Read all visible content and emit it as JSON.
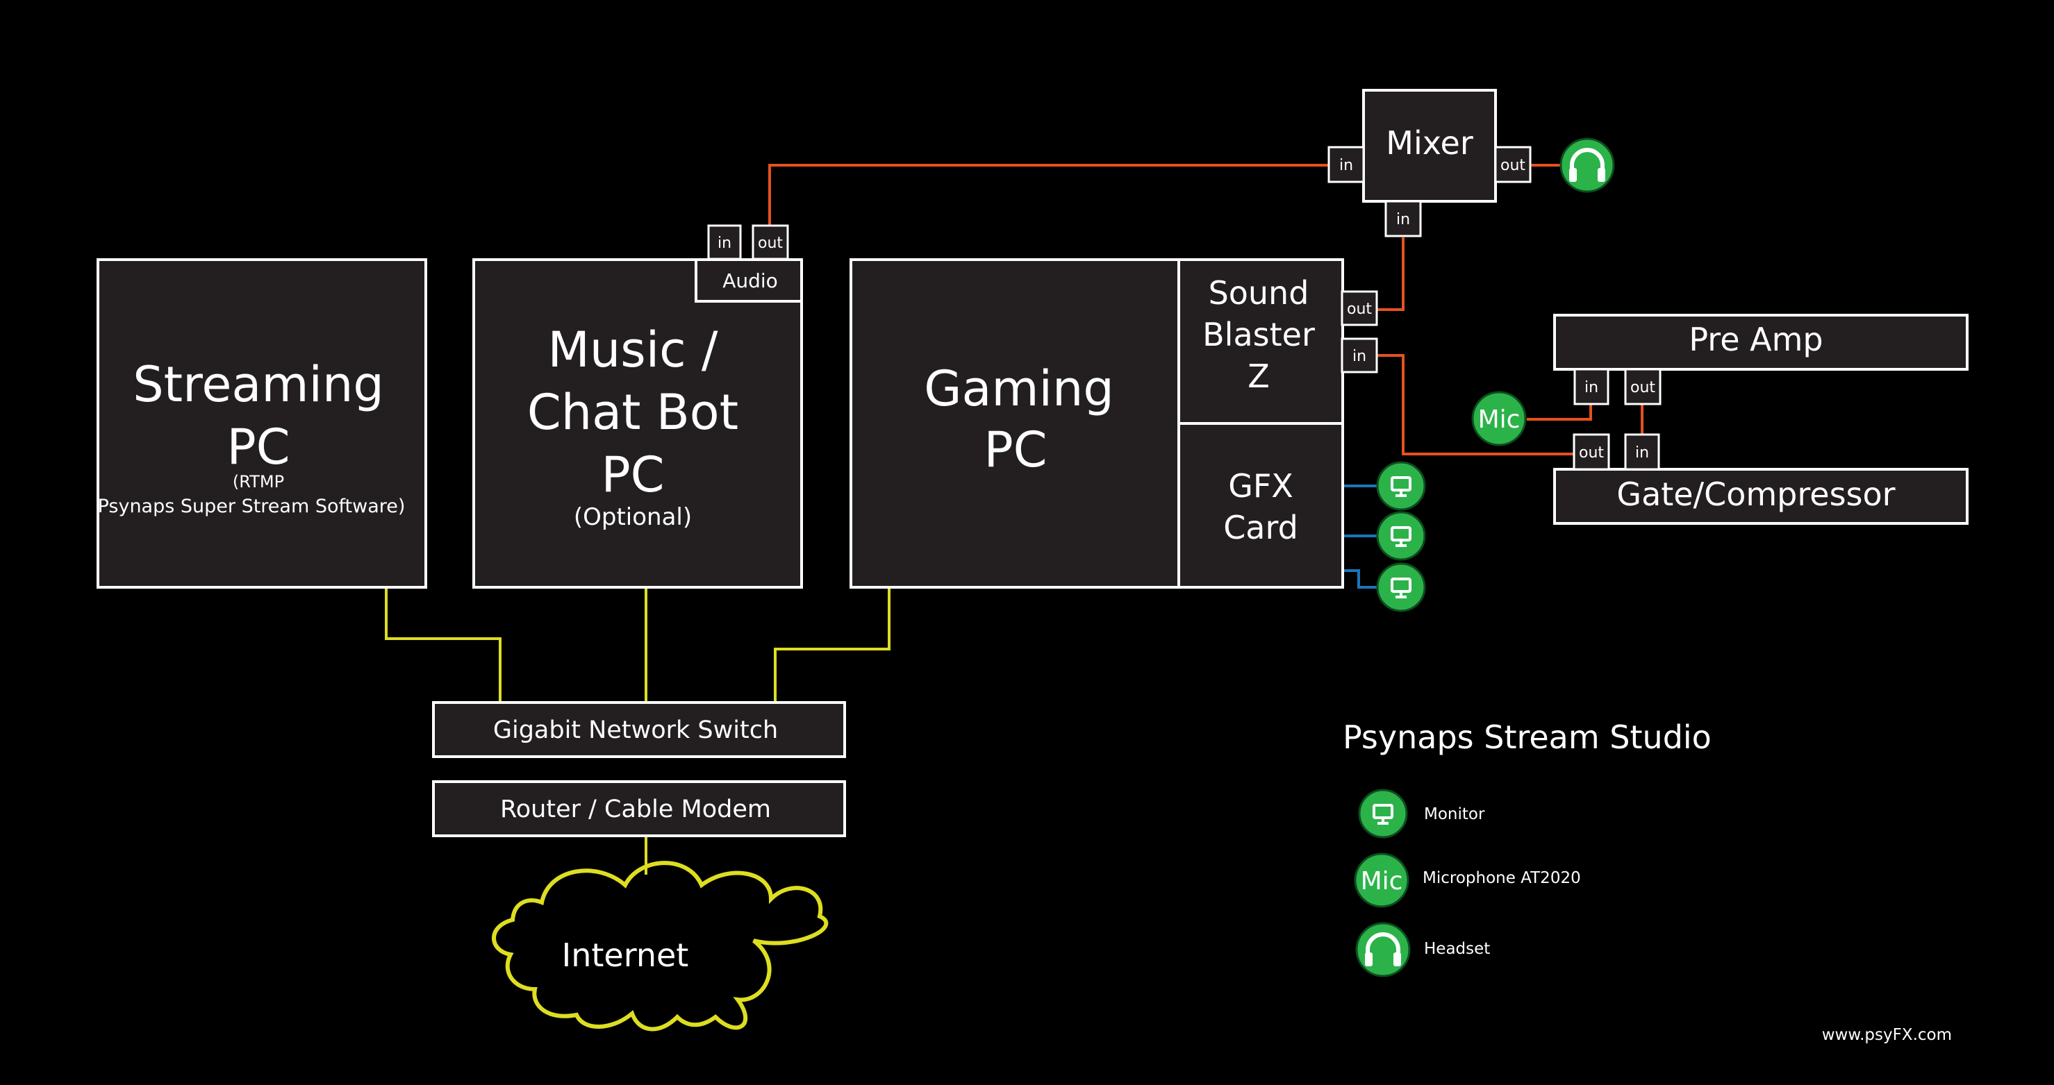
{
  "devices": {
    "streaming_pc": {
      "title_line1": "Streaming",
      "title_line2": "PC",
      "sub_line1": "(RTMP",
      "sub_line2": "Psynaps Super Stream Software)"
    },
    "music_pc": {
      "title_line1": "Music /",
      "title_line2": "Chat Bot",
      "title_line3": "PC",
      "sub": "(Optional)"
    },
    "audio": {
      "label": "Audio"
    },
    "gaming_pc": {
      "title_line1": "Gaming",
      "title_line2": "PC"
    },
    "soundblaster": {
      "line1": "Sound",
      "line2": "Blaster",
      "line3": "Z"
    },
    "gfx": {
      "line1": "GFX",
      "line2": "Card"
    },
    "mixer": {
      "label": "Mixer"
    },
    "preamp": {
      "label": "Pre Amp"
    },
    "gate": {
      "label": "Gate/Compressor"
    },
    "switch": {
      "label": "Gigabit Network Switch"
    },
    "router": {
      "label": "Router / Cable Modem"
    },
    "internet": {
      "label": "Internet"
    }
  },
  "ports": {
    "in": "in",
    "out": "out"
  },
  "icons": {
    "mic_text": "Mic",
    "monitor": "monitor-icon",
    "headset": "headset-icon",
    "mic": "microphone-icon"
  },
  "legend": {
    "title": "Psynaps Stream Studio",
    "items": [
      {
        "icon": "monitor-icon",
        "label": "Monitor"
      },
      {
        "icon": "microphone-icon",
        "label": "Microphone AT2020",
        "icon_text": "Mic"
      },
      {
        "icon": "headset-icon",
        "label": "Headset"
      }
    ]
  },
  "footer": {
    "url": "www.psyFX.com"
  },
  "colors": {
    "background": "#000000",
    "box_fill": "#231f20",
    "outline": "#ffffff",
    "network_wire": "#dede21",
    "audio_wire": "#e5511f",
    "video_wire": "#1b75bb",
    "icon_green": "#2bb34a"
  }
}
